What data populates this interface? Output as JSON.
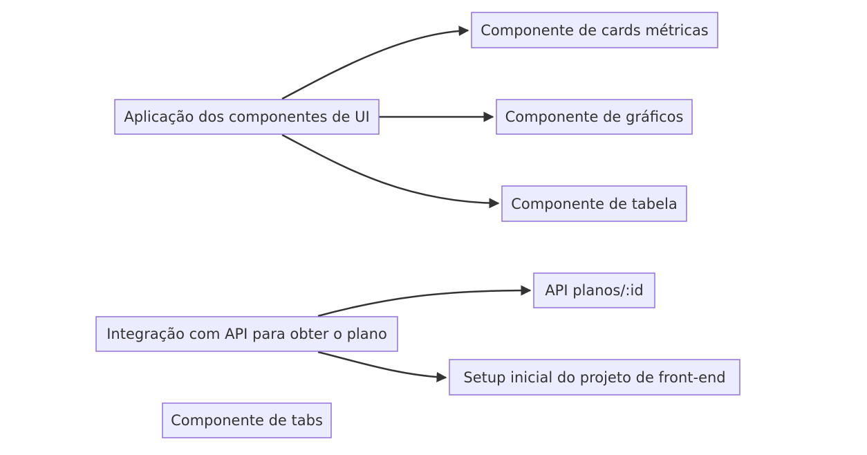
{
  "colors": {
    "node_fill": "#ECECFF",
    "node_border": "#9370DB",
    "edge": "#333333",
    "text": "#333333",
    "background": "#ffffff"
  },
  "nodes": {
    "ui_components": "Aplicação dos componentes de UI",
    "cards_metricas": "Componente de cards métricas",
    "graficos": "Componente de gráficos",
    "tabela": "Componente de tabela",
    "api_integration": "Integração com API para obter o plano",
    "api_planos": "API planos/:id",
    "setup_frontend": "Setup inicial do projeto de front-end",
    "tabs": "Componente de tabs"
  },
  "edges": [
    {
      "from": "ui_components",
      "to": "cards_metricas"
    },
    {
      "from": "ui_components",
      "to": "graficos"
    },
    {
      "from": "ui_components",
      "to": "tabela"
    },
    {
      "from": "api_integration",
      "to": "api_planos"
    },
    {
      "from": "api_integration",
      "to": "setup_frontend"
    }
  ]
}
